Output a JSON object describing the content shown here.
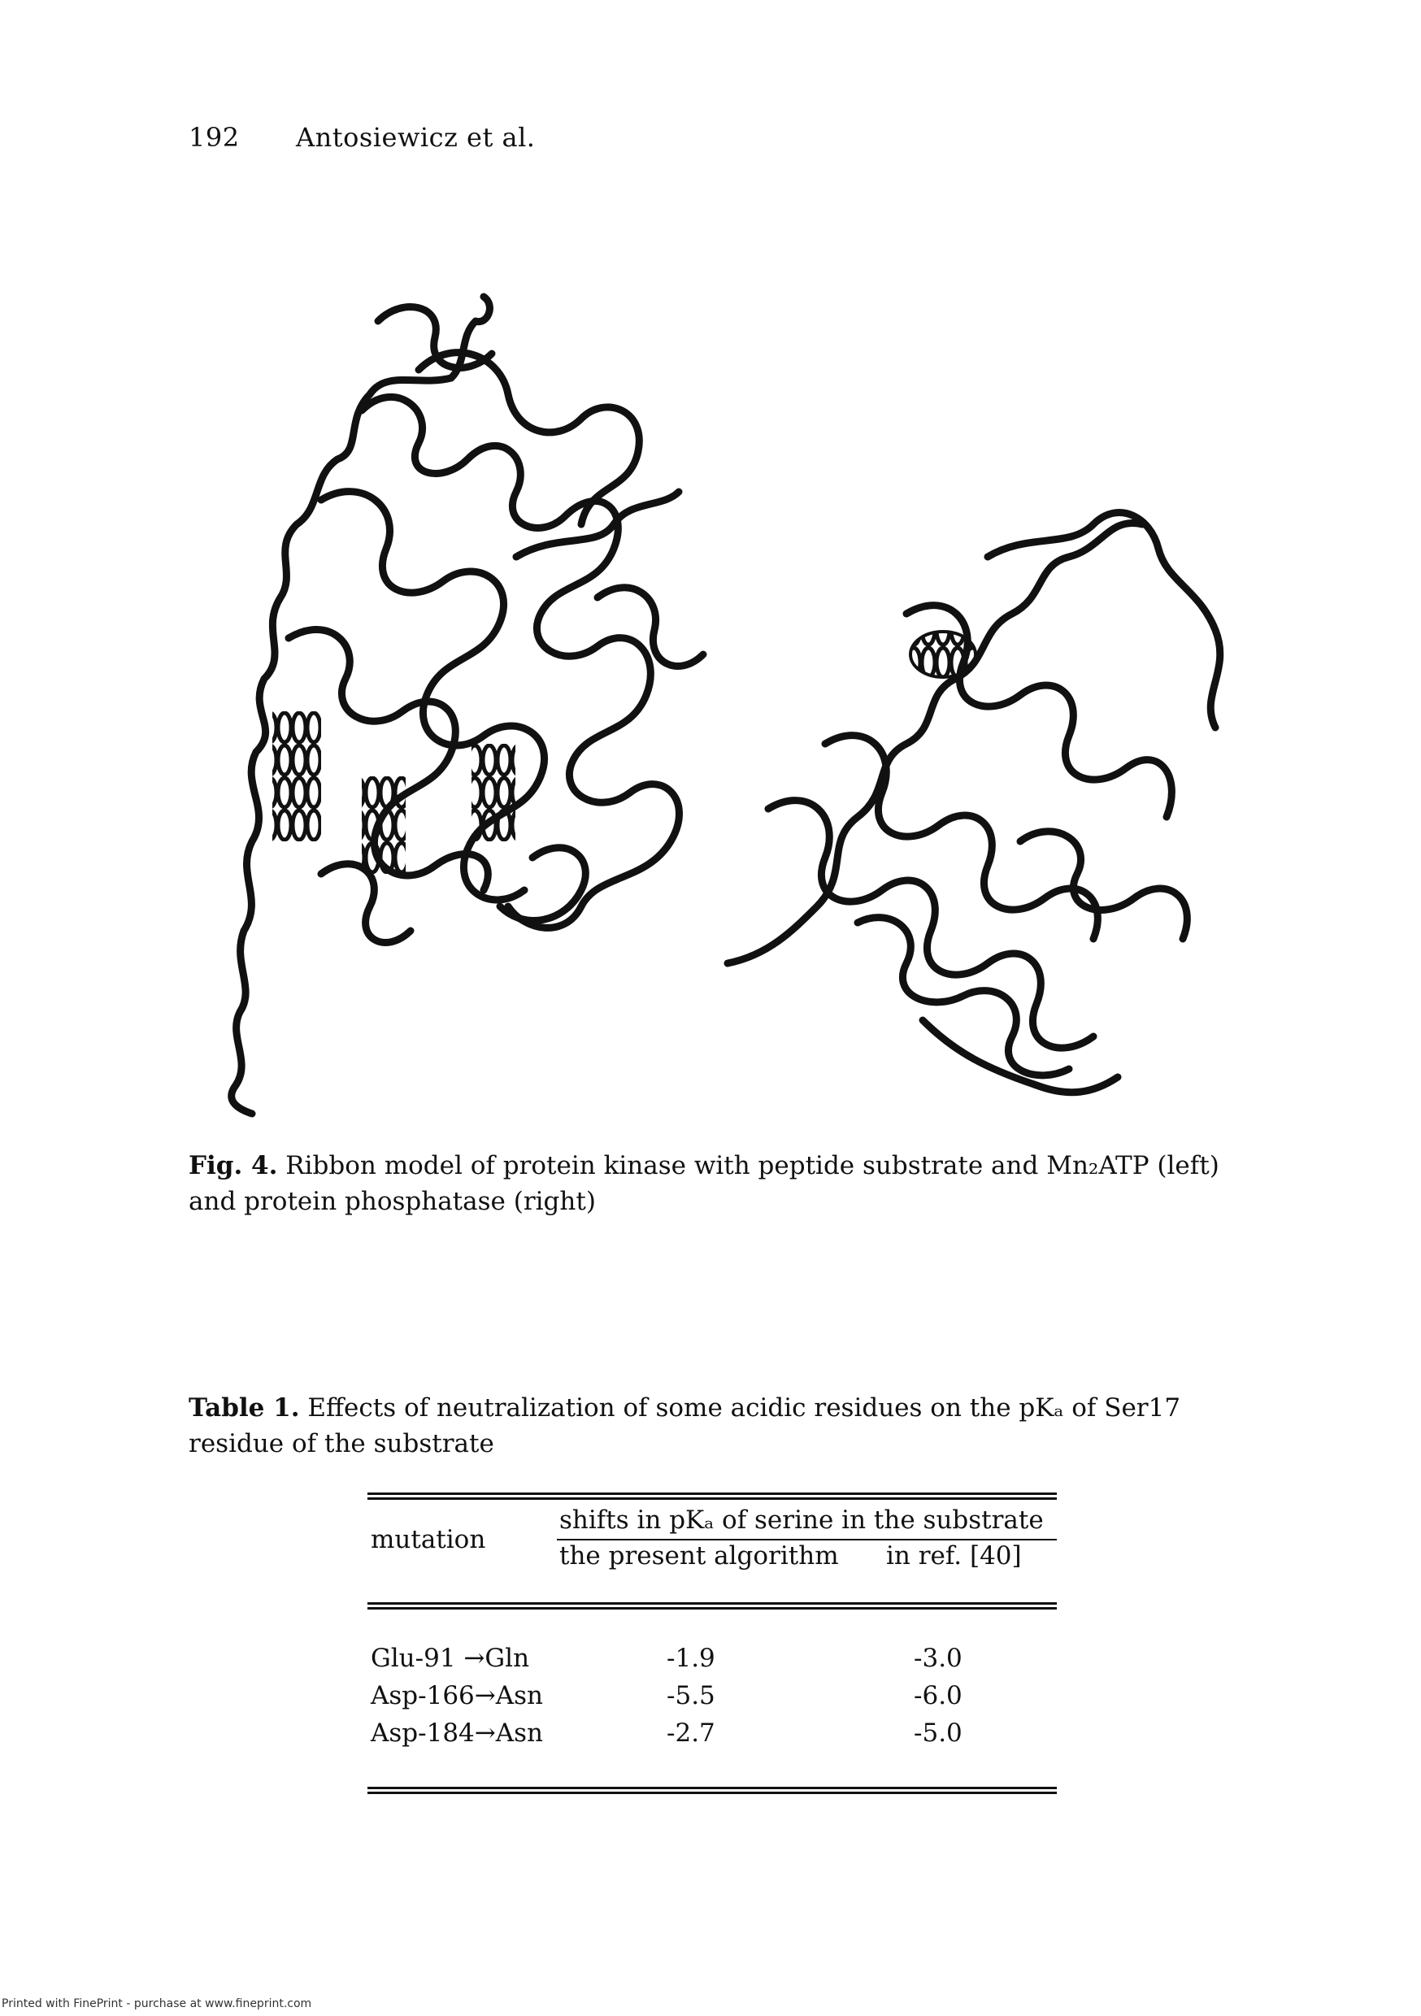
{
  "header": {
    "page_number": "192",
    "authors": "Antosiewicz et al."
  },
  "figure": {
    "label": "Fig. 4.",
    "caption_text": "Ribbon model of protein kinase with peptide substrate and Mn₂ATP (left) and protein phosphatase (right)"
  },
  "table": {
    "label": "Table 1.",
    "caption_text": "Effects of neutralization of some acidic residues on the pKₐ of Ser17 residue of the substrate",
    "group_header": "shifts in pKₐ of serine in the substrate",
    "col_mutation": "mutation",
    "col_present": "the present algorithm",
    "col_ref": "in ref. [40]",
    "rows": [
      {
        "mutation": "Glu-91 →Gln",
        "present": "-1.9",
        "ref": "-3.0"
      },
      {
        "mutation": "Asp-166→Asn",
        "present": "-5.5",
        "ref": "-6.0"
      },
      {
        "mutation": "Asp-184→Asn",
        "present": "-2.7",
        "ref": "-5.0"
      }
    ]
  },
  "footer": {
    "text": "Printed with FinePrint - purchase at www.fineprint.com"
  }
}
